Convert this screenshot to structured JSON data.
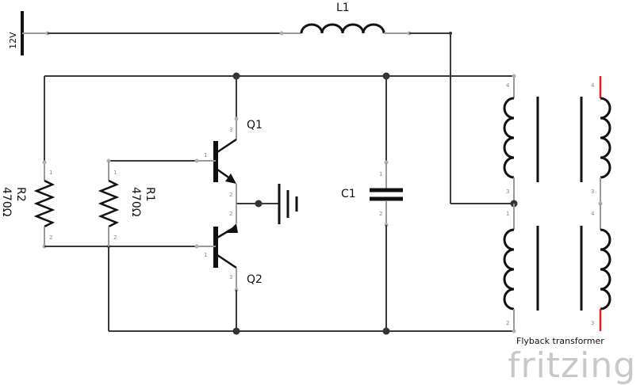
{
  "labels": {
    "supply": "12V",
    "inductor": "L1",
    "q1": "Q1",
    "q2": "Q2",
    "c1": "C1",
    "r1_name": "R1",
    "r1_value": "470Ω",
    "r2_name": "R2",
    "r2_value": "470Ω",
    "transformer": "Flyback transformer"
  },
  "pins": {
    "one": "1",
    "two": "2",
    "three": "3",
    "four": "4"
  },
  "brand": "fritzing",
  "colors": {
    "wire": "#3a3a3a",
    "secondary_lead": "#e02020",
    "watermark": "#c8c8c8"
  }
}
